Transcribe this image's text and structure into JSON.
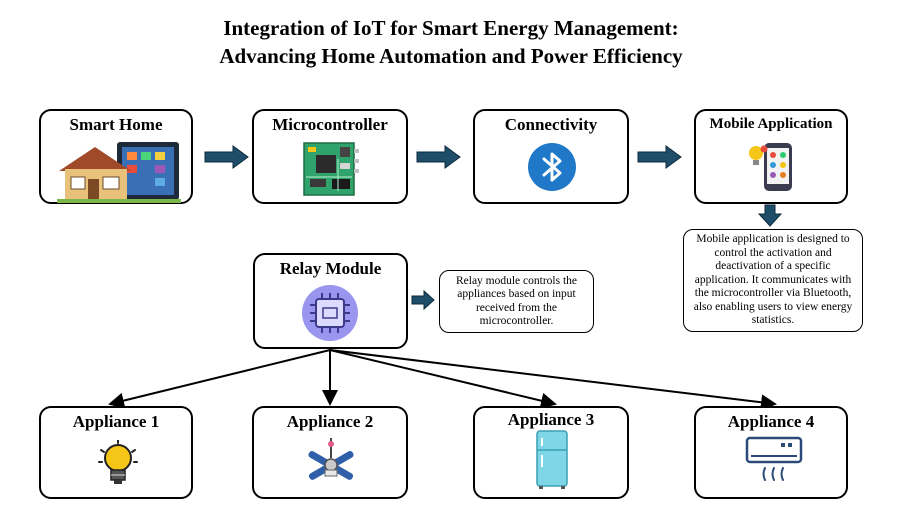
{
  "title": {
    "line1": "Integration of IoT for Smart Energy Management:",
    "line2": "Advancing Home Automation and Power Efficiency"
  },
  "top_row": {
    "smart_home": {
      "label": "Smart Home",
      "icon": "smart-home-icon"
    },
    "microcontroller": {
      "label": "Microcontroller",
      "icon": "circuit-board-icon"
    },
    "connectivity": {
      "label": "Connectivity",
      "icon": "bluetooth-icon"
    },
    "mobile_app": {
      "label": "Mobile Application",
      "icon": "smartphone-apps-icon"
    }
  },
  "relay": {
    "label": "Relay Module",
    "icon": "relay-chip-icon"
  },
  "notes": {
    "relay": "Relay module controls the appliances based on input received from the microcontroller.",
    "mobile": "Mobile application is designed to control the activation and deactivation of a specific application. It communicates with the microcontroller via Bluetooth, also enabling users to view energy statistics."
  },
  "appliances": [
    {
      "label": "Appliance 1",
      "icon": "light-bulb-icon"
    },
    {
      "label": "Appliance 2",
      "icon": "ceiling-fan-icon"
    },
    {
      "label": "Appliance 3",
      "icon": "refrigerator-icon"
    },
    {
      "label": "Appliance 4",
      "icon": "air-conditioner-icon"
    }
  ],
  "colors": {
    "arrow": "#1f4e6b",
    "bluetooth": "#1f78c8",
    "relay_circle": "#9a96f0",
    "board_green": "#2fa36b",
    "bulb_yellow": "#f5c518",
    "fridge_blue": "#7fd6e6",
    "ac_blue": "#2b4a78"
  }
}
